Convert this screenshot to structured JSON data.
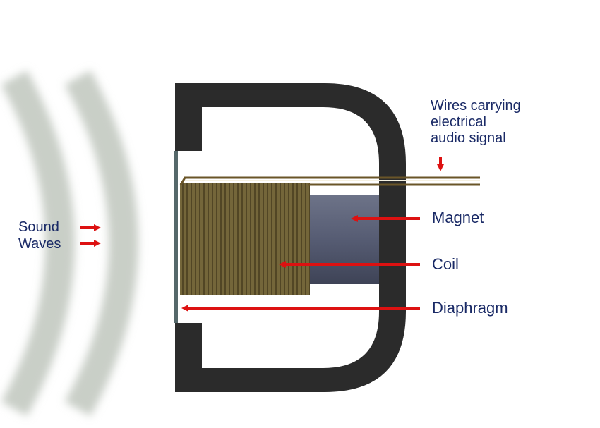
{
  "labels": {
    "wires": "Wires carrying\nelectrical\naudio signal",
    "magnet": "Magnet",
    "coil": "Coil",
    "diaphragm": "Diaphragm",
    "sound_waves": "Sound\nWaves"
  },
  "colors": {
    "housing": "#2b2b2b",
    "coil": "#6e6035",
    "coil_stripe": "#4f4424",
    "magnet": "#565c73",
    "wire": "#6a5528",
    "arrow": "#dd1111",
    "wave": "#c7cdc5",
    "label_text": "#1a2a66",
    "diaphragm": "#55686a"
  }
}
